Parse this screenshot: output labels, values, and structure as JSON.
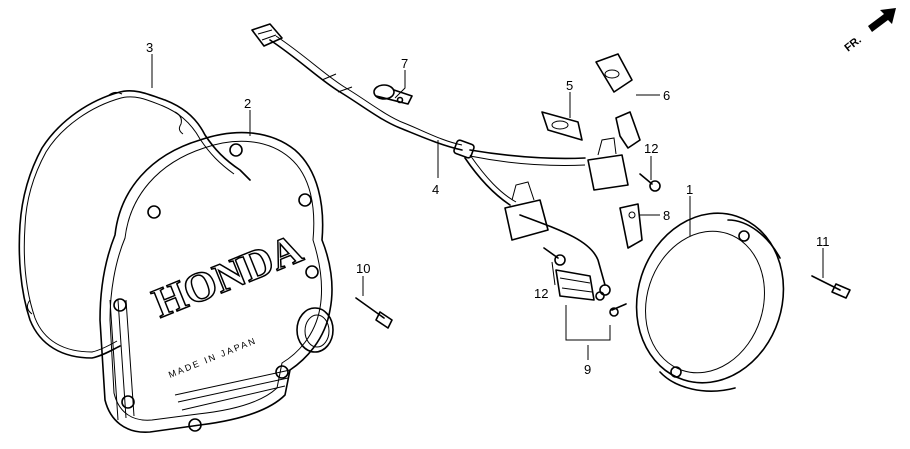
{
  "cover_markings": {
    "brand": "HONDA",
    "origin": "MADE IN JAPAN"
  },
  "direction_indicator": {
    "label": "FR."
  },
  "callouts": {
    "c1": "1",
    "c2": "2",
    "c3": "3",
    "c4": "4",
    "c5": "5",
    "c6": "6",
    "c7": "7",
    "c8": "8",
    "c9": "9",
    "c10": "10",
    "c11": "11",
    "c12a": "12",
    "c12b": "12"
  }
}
